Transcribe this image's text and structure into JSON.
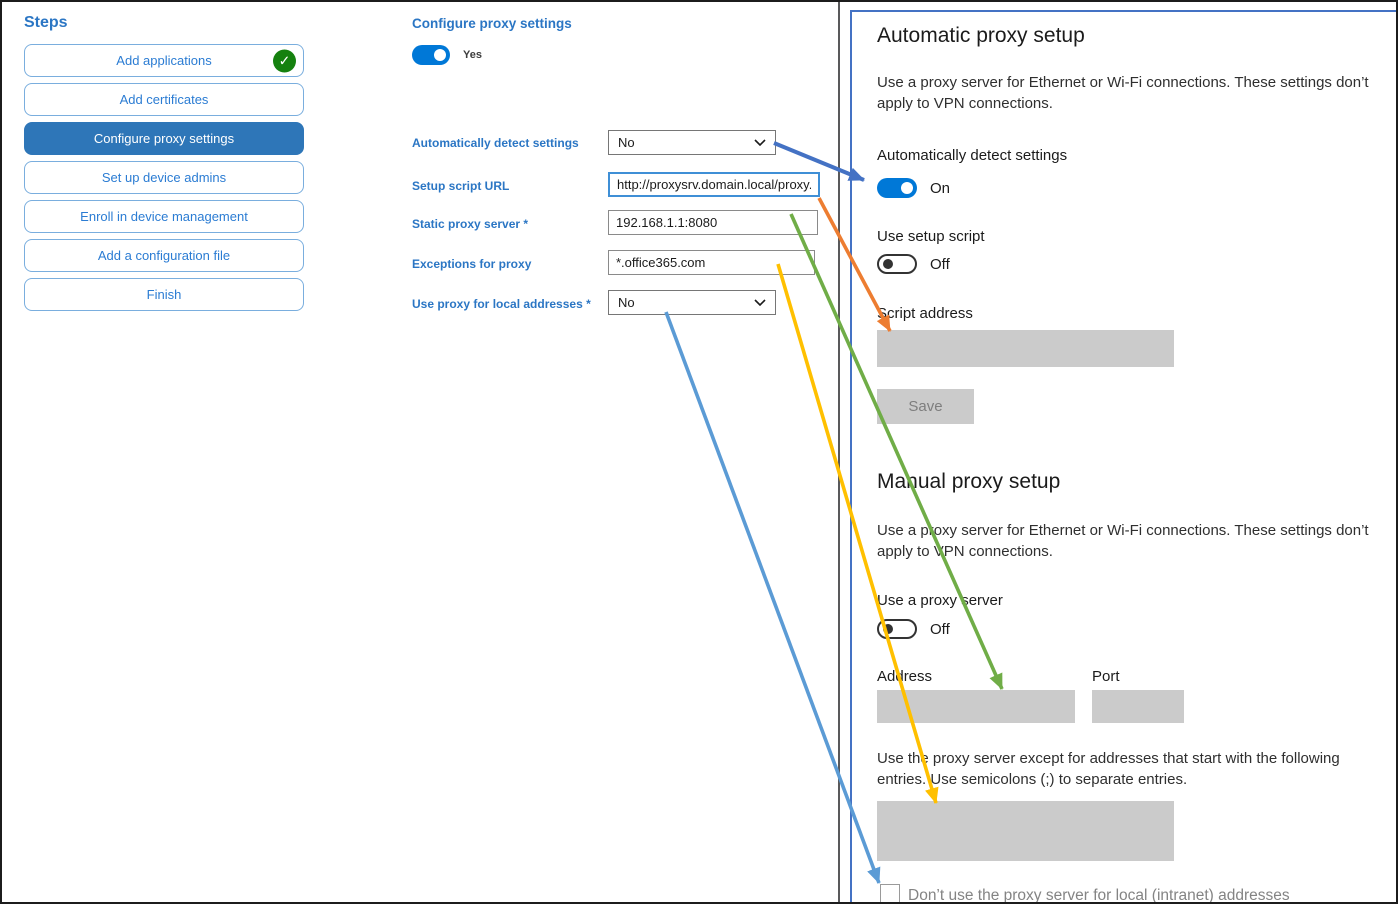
{
  "sidebar": {
    "title": "Steps",
    "items": [
      {
        "label": "Add applications",
        "completed": true,
        "selected": false
      },
      {
        "label": "Add certificates",
        "completed": false,
        "selected": false
      },
      {
        "label": "Configure proxy settings",
        "completed": false,
        "selected": true
      },
      {
        "label": "Set up device admins",
        "completed": false,
        "selected": false
      },
      {
        "label": "Enroll in device management",
        "completed": false,
        "selected": false
      },
      {
        "label": "Add a configuration file",
        "completed": false,
        "selected": false
      },
      {
        "label": "Finish",
        "completed": false,
        "selected": false
      }
    ]
  },
  "form": {
    "title": "Configure proxy settings",
    "enable_toggle": {
      "state": "on",
      "label": "Yes"
    },
    "fields": [
      {
        "label": "Automatically detect settings",
        "type": "select",
        "value": "No"
      },
      {
        "label": "Setup script URL",
        "type": "text",
        "value": "http://proxysrv.domain.local/proxy.pa"
      },
      {
        "label": "Static proxy server *",
        "type": "text",
        "value": "192.168.1.1:8080"
      },
      {
        "label": "Exceptions for proxy",
        "type": "text",
        "value": "*.office365.com"
      },
      {
        "label": "Use proxy for local addresses *",
        "type": "select",
        "value": "No"
      }
    ]
  },
  "settings": {
    "auto": {
      "heading": "Automatic proxy setup",
      "description": "Use a proxy server for Ethernet or Wi-Fi connections. These settings don’t apply to VPN connections.",
      "detect_label": "Automatically detect settings",
      "detect_state": "On",
      "script_toggle_label": "Use setup script",
      "script_toggle_state": "Off",
      "script_address_label": "Script address",
      "save_label": "Save"
    },
    "manual": {
      "heading": "Manual proxy setup",
      "description": "Use a proxy server for Ethernet or Wi-Fi connections. These settings don’t apply to VPN connections.",
      "proxy_toggle_label": "Use a proxy server",
      "proxy_toggle_state": "Off",
      "address_label": "Address",
      "port_label": "Port",
      "exceptions_description": "Use the proxy server except for addresses that start with the following entries. Use semicolons (;) to separate entries.",
      "local_checkbox_label": "Don’t use the proxy server for local (intranet) addresses"
    }
  },
  "colors": {
    "accent_toggle_on": "#0078d7",
    "sidebar_selected": "#2e76b8",
    "sidebar_text": "#2b7cd3",
    "success_green": "#15810f",
    "panel_border": "#4472c4",
    "arrow_dark_blue": "#4472c4",
    "arrow_orange": "#ed7d31",
    "arrow_green": "#70ad47",
    "arrow_yellow": "#ffc000",
    "arrow_light_blue": "#5b9bd5"
  }
}
